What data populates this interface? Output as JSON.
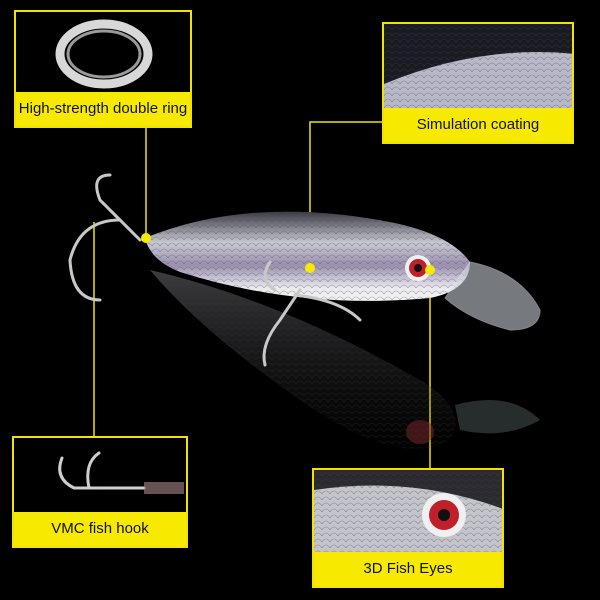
{
  "callouts": {
    "ring": {
      "label": "High-strength double ring",
      "icon": "split-ring-icon"
    },
    "coating": {
      "label": "Simulation coating",
      "icon": "fish-scale-closeup-icon"
    },
    "hook": {
      "label": "VMC fish hook",
      "icon": "treble-hook-icon"
    },
    "eyes": {
      "label": "3D Fish Eyes",
      "icon": "fish-eye-closeup-icon"
    }
  },
  "colors": {
    "background": "#000000",
    "accent": "#f7ea00",
    "lure_eye": "#c0202a",
    "lure_body": "#c8c8d0"
  }
}
